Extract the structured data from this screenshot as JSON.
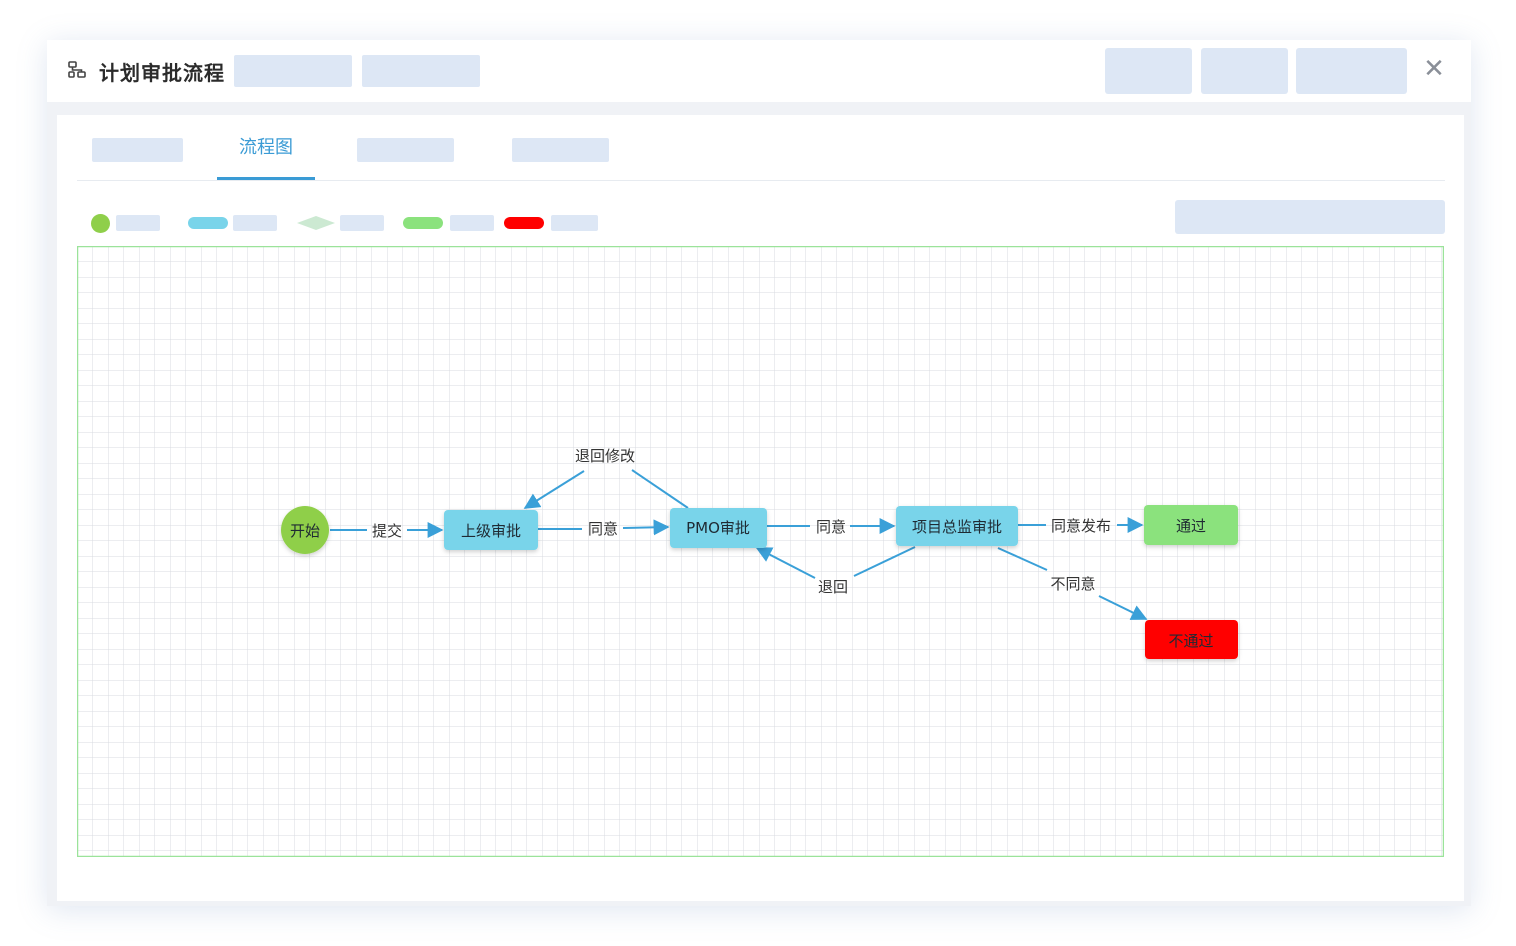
{
  "window": {
    "title": "计划审批流程",
    "title_icon": "flow-icon",
    "close_symbol": "✕"
  },
  "tabs": {
    "active_label": "流程图"
  },
  "legend": {
    "colors": {
      "start": "#8fcf4a",
      "review": "#79d4ea",
      "decision": "#cce9d2",
      "pass": "#8be27d",
      "fail": "#ff0000"
    }
  },
  "flow": {
    "nodes": {
      "start": "开始",
      "superior_review": "上级审批",
      "pmo_review": "PMO审批",
      "director_review": "项目总监审批",
      "pass": "通过",
      "fail": "不通过"
    },
    "edges": {
      "submit": "提交",
      "agree_1": "同意",
      "return_modify": "退回修改",
      "agree_2": "同意",
      "return": "退回",
      "agree_publish": "同意发布",
      "disagree": "不同意"
    },
    "colors": {
      "edge": "#3aa0d8",
      "grid": "#d8dbe0",
      "canvas_border": "#9be39a",
      "node_blue": "#79d4ea",
      "node_green": "#8be27d",
      "node_red": "#ff0000",
      "node_start": "#8fcf4a"
    }
  }
}
